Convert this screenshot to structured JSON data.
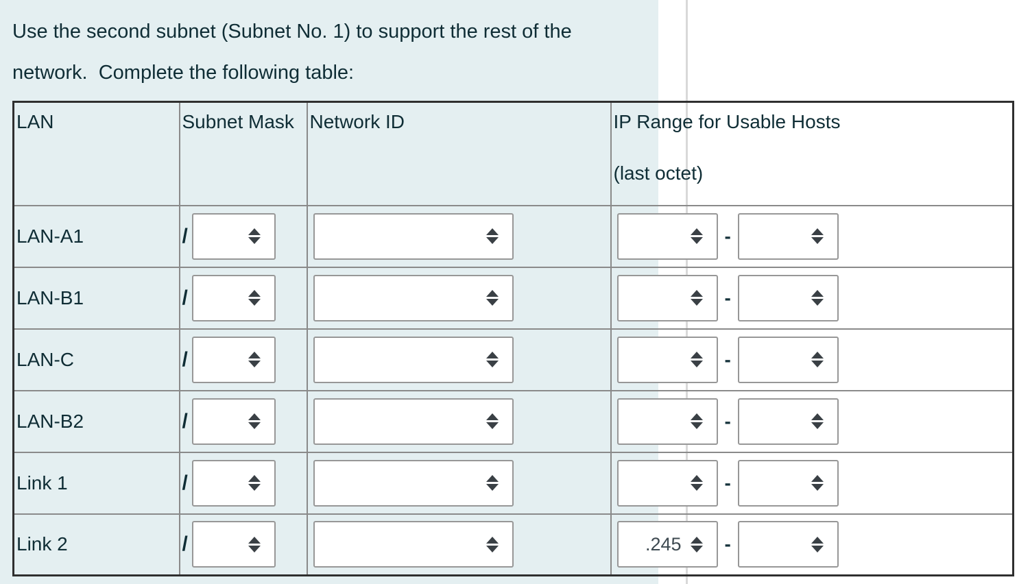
{
  "page": {
    "panel_color": "#e4eff1",
    "divider_color": "#d9d9d9",
    "text_color": "#0f2d35",
    "table_outer_border_color": "#2f2f2f",
    "table_inner_border_color": "#8a8a8a",
    "select_border_color": "#979797"
  },
  "intro": {
    "line1": "Use the second subnet (Subnet No. 1) to support the rest of the",
    "line2": "network.  Complete the following table:"
  },
  "icons": {
    "select_arrow": "updown-arrow-icon"
  },
  "table": {
    "slash": "/",
    "dash": "-",
    "headers": {
      "lan": "LAN",
      "subnet_mask": "Subnet Mask",
      "network_id": "Network ID",
      "ip_range_line1": "IP Range for Usable Hosts",
      "ip_range_line2": "(last octet)"
    },
    "rows": [
      {
        "label": "LAN-A1",
        "subnet_mask": "",
        "network_id": "",
        "ip_start": "",
        "ip_end": ""
      },
      {
        "label": "LAN-B1",
        "subnet_mask": "",
        "network_id": "",
        "ip_start": "",
        "ip_end": ""
      },
      {
        "label": "LAN-C",
        "subnet_mask": "",
        "network_id": "",
        "ip_start": "",
        "ip_end": ""
      },
      {
        "label": "LAN-B2",
        "subnet_mask": "",
        "network_id": "",
        "ip_start": "",
        "ip_end": ""
      },
      {
        "label": "Link 1",
        "subnet_mask": "",
        "network_id": "",
        "ip_start": "",
        "ip_end": ""
      },
      {
        "label": "Link 2",
        "subnet_mask": "",
        "network_id": "",
        "ip_start": ".245",
        "ip_end": ""
      }
    ]
  }
}
